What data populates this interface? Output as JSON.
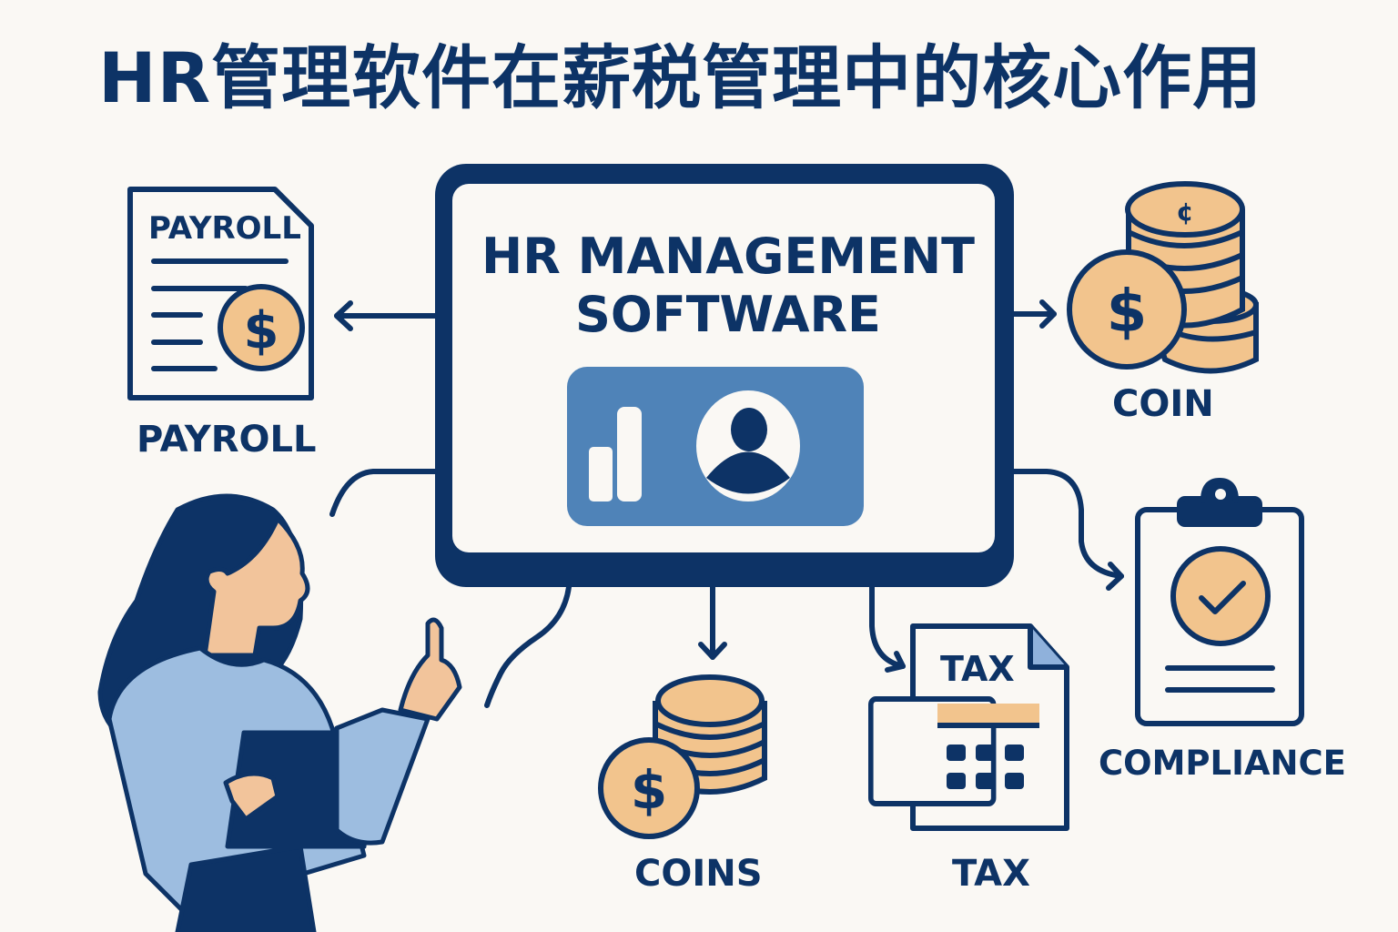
{
  "title": "HR管理软件在薪税管理中的核心作用",
  "center": {
    "line1": "HR MANAGEMENT",
    "line2": "SOFTWARE",
    "icons": [
      "bar-chart-icon",
      "user-avatar-icon"
    ]
  },
  "nodes": {
    "payroll": {
      "doc_title": "PAYROLL",
      "label": "PAYROLL",
      "icon": "payroll-document-icon"
    },
    "coin": {
      "label": "COIN",
      "icon": "coin-stack-icon"
    },
    "compliance": {
      "label": "COMPLIANCE",
      "icon": "clipboard-check-icon"
    },
    "tax": {
      "doc_title": "TAX",
      "label": "TAX",
      "icon": "tax-calculator-icon"
    },
    "coins": {
      "label": "COINS",
      "icon": "coins-icon"
    }
  },
  "colors": {
    "navy": "#0d3366",
    "background": "#faf8f4",
    "accent_orange": "#f2c48d",
    "panel_blue": "#4f83b8",
    "light_blue": "#9dbde0",
    "skin": "#f2c49b"
  }
}
